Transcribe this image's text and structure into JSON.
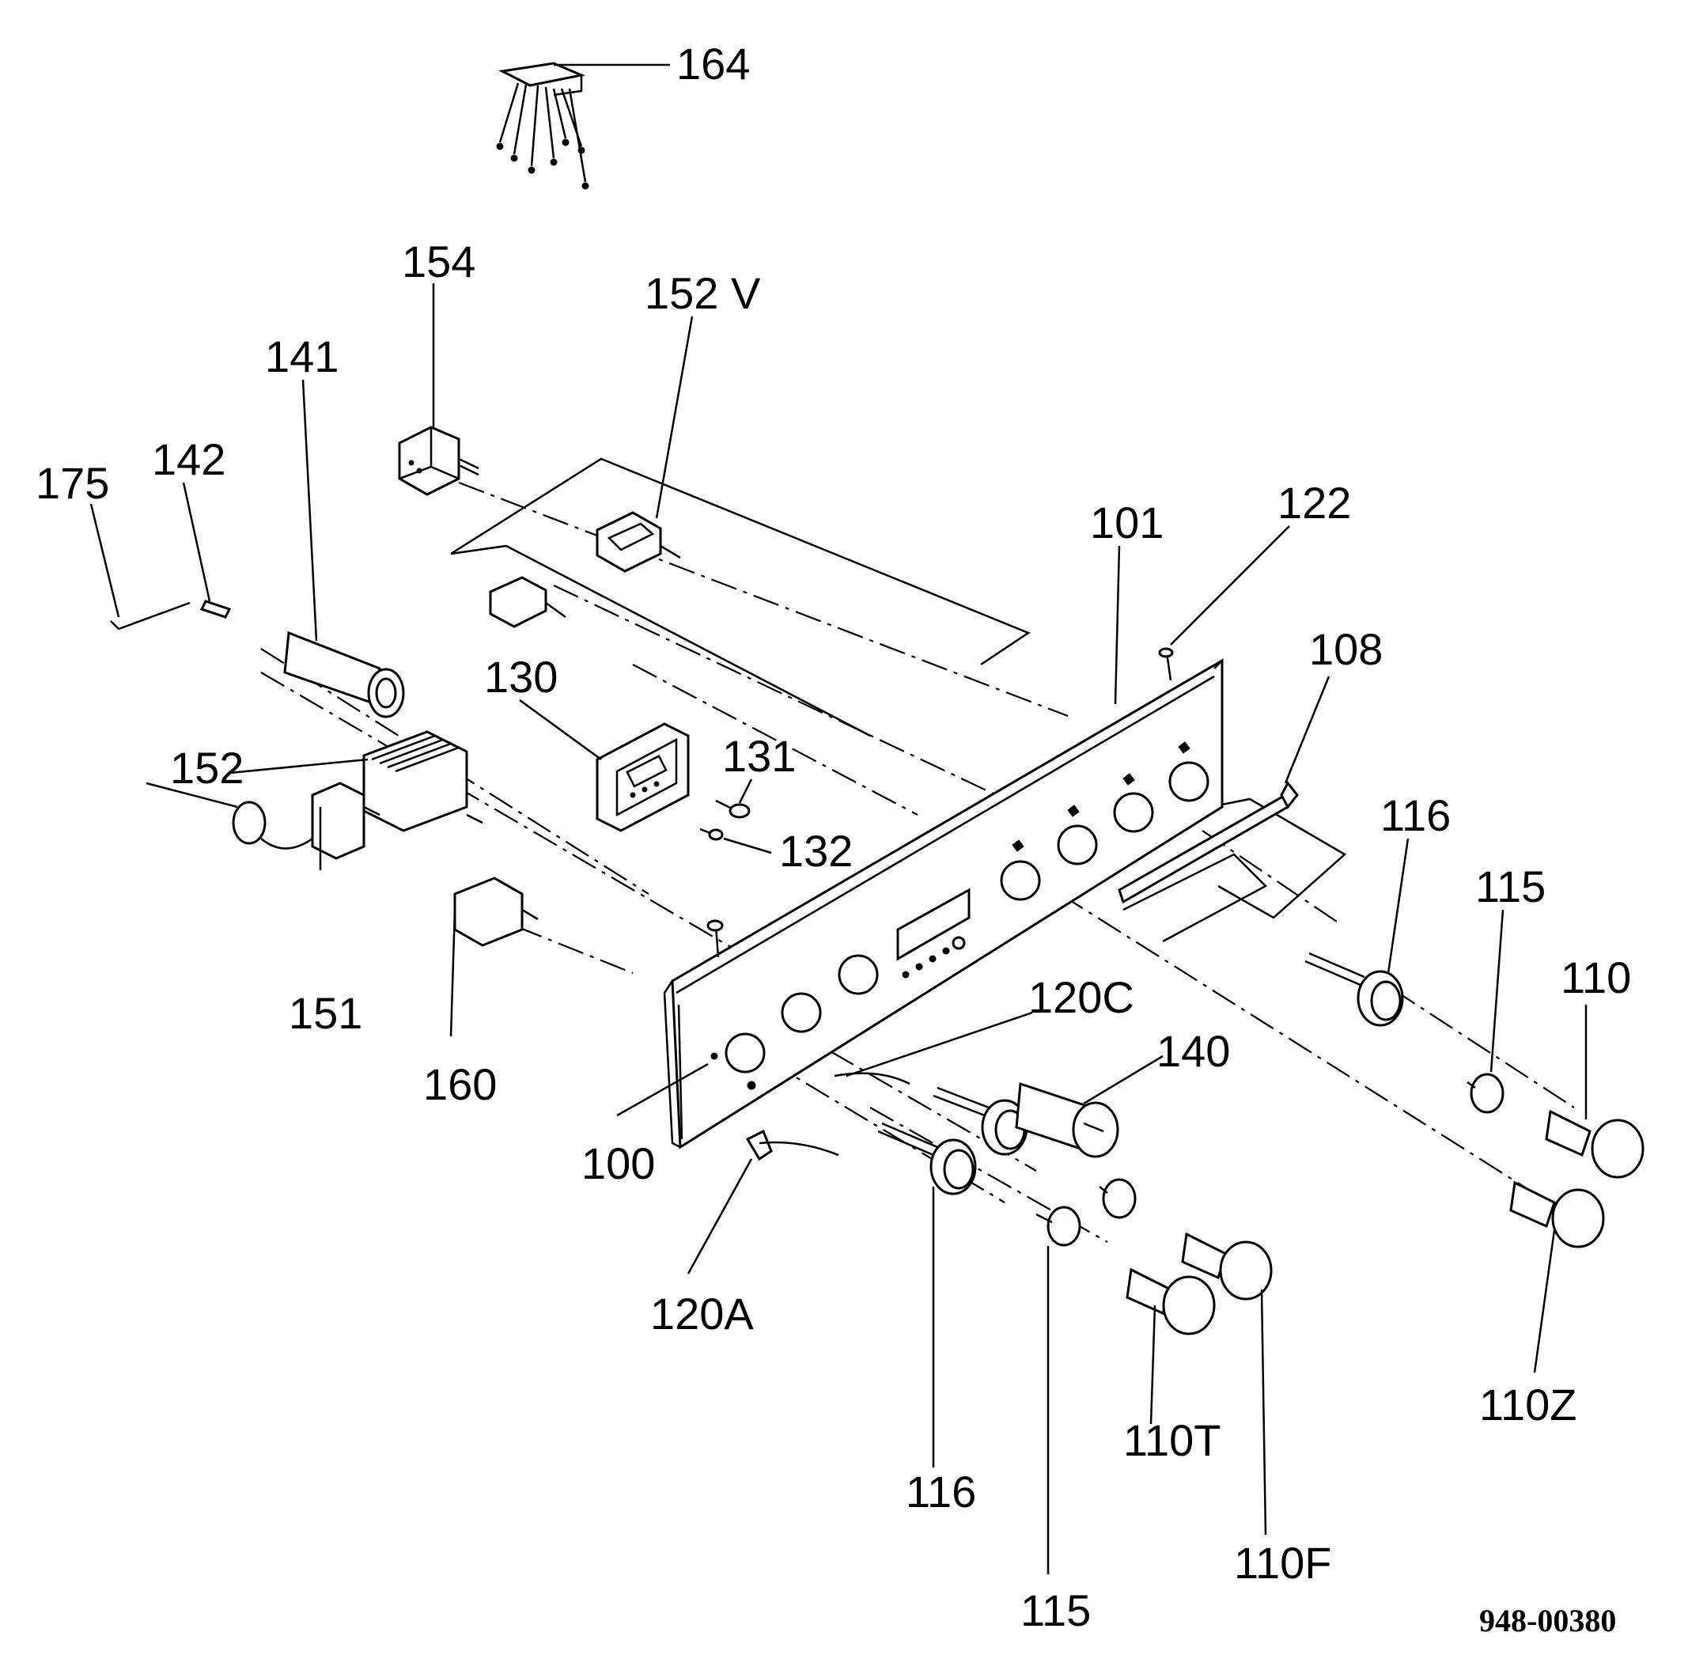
{
  "labels": {
    "l164": "164",
    "l154": "154",
    "l152V": "152 V",
    "l141": "141",
    "l175": "175",
    "l142": "142",
    "l101": "101",
    "l122": "122",
    "l108": "108",
    "l130": "130",
    "l131": "131",
    "l152": "152",
    "l132": "132",
    "l116a": "116",
    "l115a": "115",
    "l110": "110",
    "l120C": "120C",
    "l140": "140",
    "l151": "151",
    "l160": "160",
    "l100": "100",
    "l120A": "120A",
    "l110T": "110T",
    "l110Z": "110Z",
    "l116b": "116",
    "l110F": "110F",
    "l115b": "115"
  },
  "drawing_code": "948-00380"
}
